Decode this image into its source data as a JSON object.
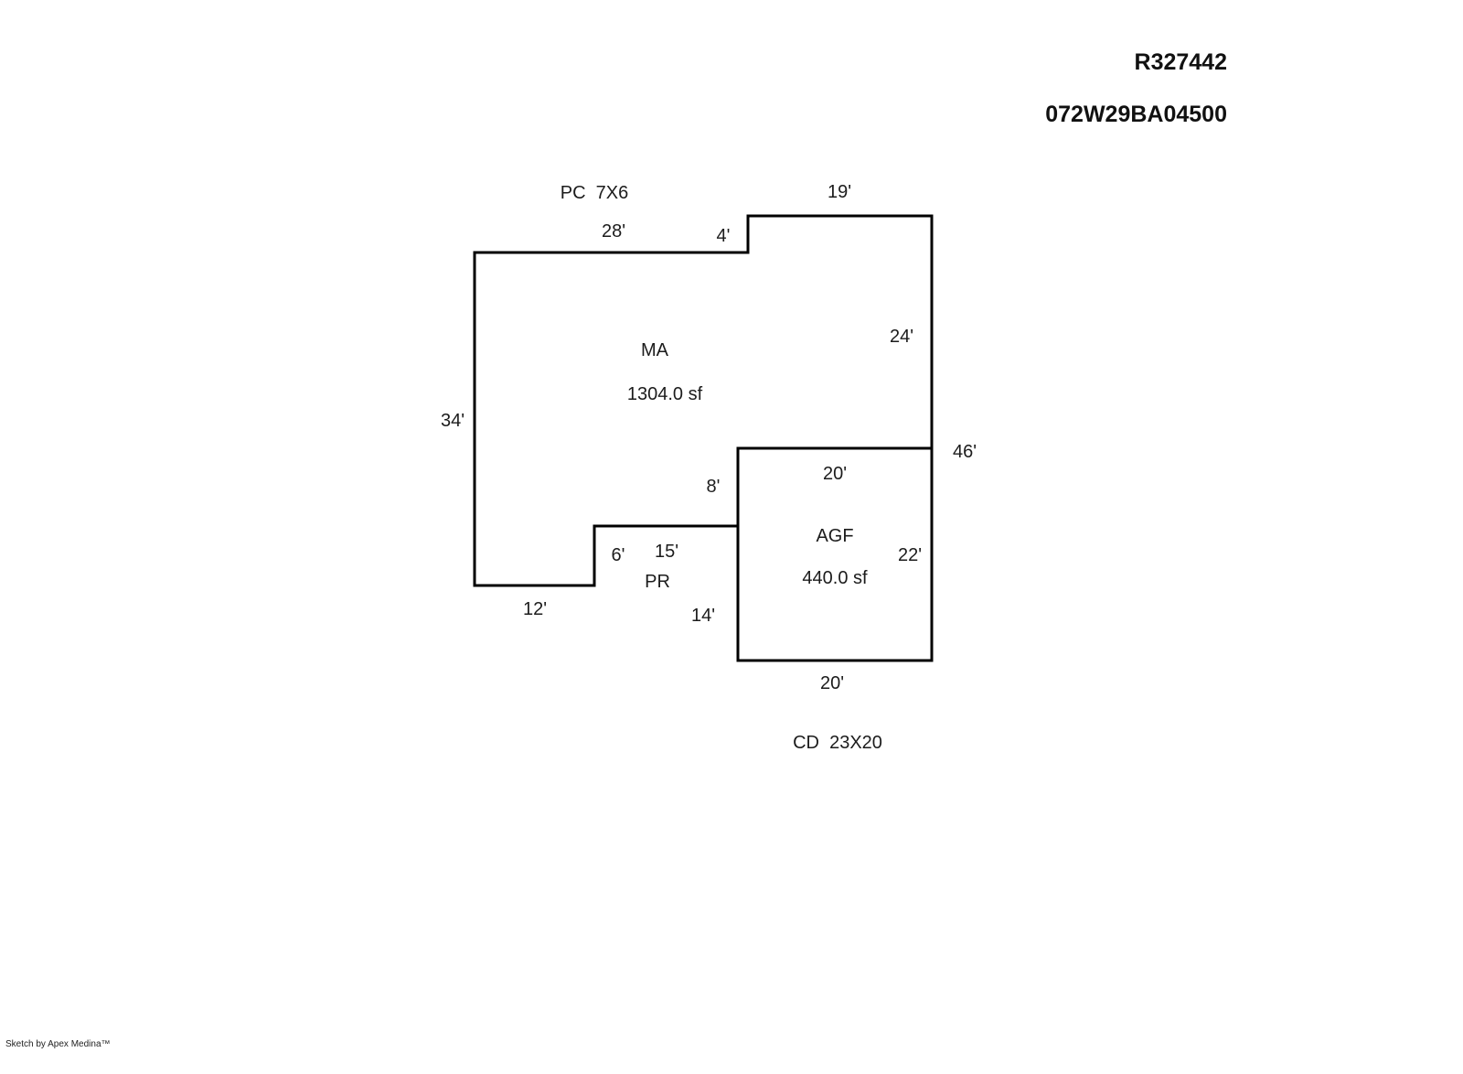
{
  "header": {
    "ref_number": "R327442",
    "parcel_id": "072W29BA04500"
  },
  "labels": {
    "pc": "PC  7X6",
    "cd": "CD  23X20",
    "ma_code": "MA",
    "ma_area": "1304.0 sf",
    "agf_code": "AGF",
    "agf_area": "440.0 sf",
    "pr_code": "PR"
  },
  "dims": {
    "top_19": "19'",
    "top_28": "28'",
    "jog_4": "4'",
    "right_24": "24'",
    "left_34": "34'",
    "right_total_46": "46'",
    "agf_top_20": "20'",
    "jog_8": "8'",
    "notch_6": "6'",
    "notch_15": "15'",
    "agf_right_22": "22'",
    "bottom_12": "12'",
    "left_14": "14'",
    "agf_bottom_20": "20'"
  },
  "footer": {
    "credit": "Sketch by Apex Medina™"
  },
  "colors": {
    "outline": "#000000",
    "text": "#1c1c1c"
  }
}
